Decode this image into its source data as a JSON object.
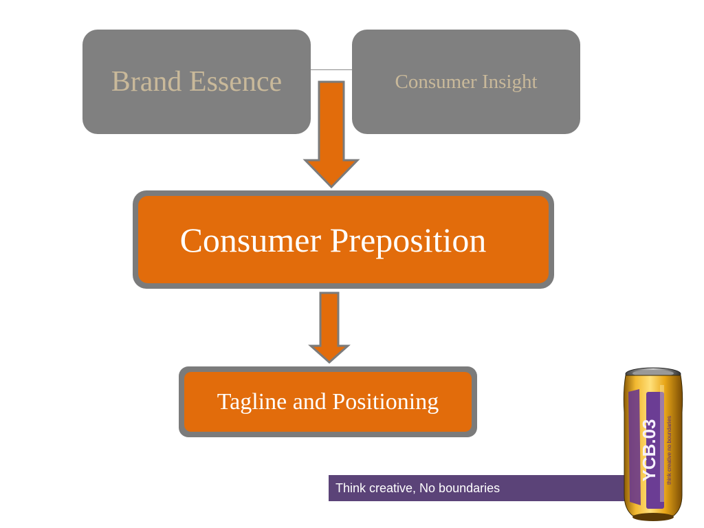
{
  "diagram": {
    "top_left_box": {
      "label": "Brand Essence"
    },
    "top_right_box": {
      "label": "Consumer Insight"
    },
    "middle_box": {
      "label": "Consumer Preposition"
    },
    "bottom_box": {
      "label": "Tagline and Positioning"
    }
  },
  "footer": {
    "slogan": "Think creative, No boundaries"
  },
  "product": {
    "can_label": "YCB.03",
    "can_subtext": "think creative no boundaries"
  },
  "colors": {
    "gray_box": "#808080",
    "gray_text": "#c9b99a",
    "orange": "#e26c0b",
    "frame_gray": "#7b7b7b",
    "purple": "#5b4378",
    "can_gold": "#e8a618"
  },
  "icons": [
    "down-arrow-icon",
    "down-arrow-icon",
    "product-can-image"
  ]
}
